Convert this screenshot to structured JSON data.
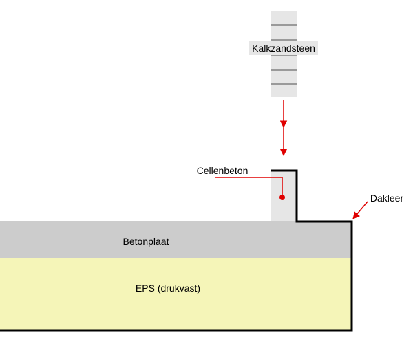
{
  "labels": {
    "kalkzandsteen": "Kalkzandsteen",
    "cellenbeton": "Cellenbeton",
    "dakleer": "Dakleer",
    "betonplaat": "Betonplaat",
    "eps": "EPS (drukvast)"
  },
  "colors": {
    "kalkzandsteen_fill": "#e6e6e6",
    "kalkzandsteen_stripe": "#9a9a9a",
    "cellenbeton_fill": "#e6e6e6",
    "betonplaat_fill": "#cccccc",
    "eps_fill": "#f5f5b8",
    "membrane": "#000000",
    "annotation": "#e00000"
  }
}
